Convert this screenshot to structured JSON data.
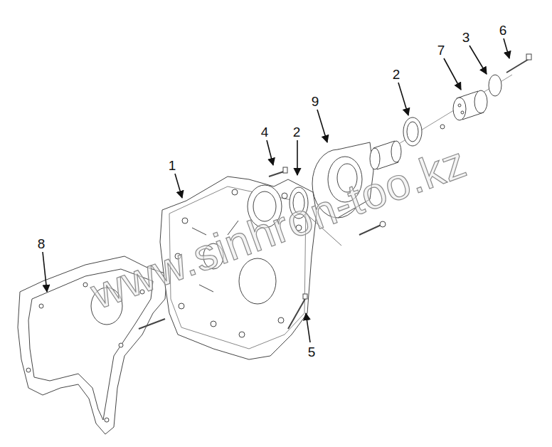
{
  "diagram": {
    "labels": [
      "6",
      "3",
      "7",
      "2",
      "9",
      "4",
      "2",
      "1",
      "8",
      "5",
      "www.sinhron-too.kz"
    ]
  }
}
